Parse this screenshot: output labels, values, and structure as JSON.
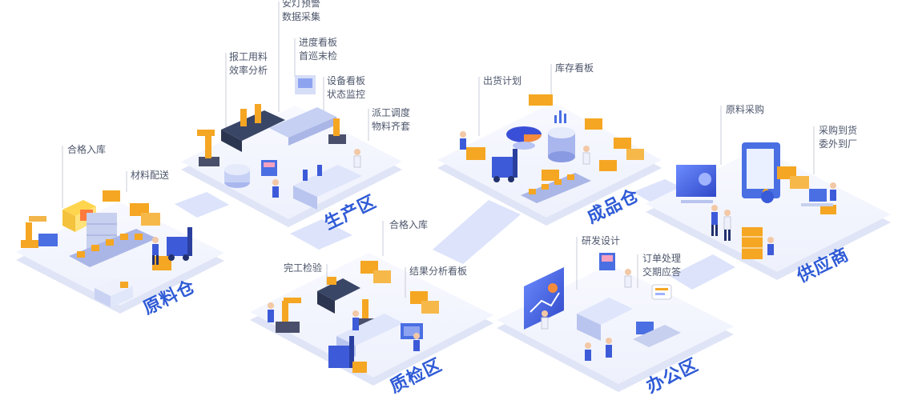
{
  "zones": {
    "raw": "原料仓",
    "production": "生产区",
    "finished": "成品仓",
    "supplier": "供应商",
    "quality": "质检区",
    "office": "办公区"
  },
  "callouts": {
    "andeng": [
      "安灯预警",
      "数据采集"
    ],
    "progress": [
      "进度看板",
      "首巡末检"
    ],
    "report": [
      "报工用料",
      "效率分析"
    ],
    "device": [
      "设备看板",
      "状态监控"
    ],
    "dispatch": [
      "派工调度",
      "物料齐套"
    ],
    "qualified_in_raw": [
      "合格入库"
    ],
    "material_delivery": [
      "材料配送"
    ],
    "ship_plan": [
      "出货计划"
    ],
    "stock_board": [
      "库存看板"
    ],
    "purchase": [
      "原料采购"
    ],
    "arrival": [
      "采购到货",
      "委外到厂"
    ],
    "qualified_in_qc": [
      "合格入库"
    ],
    "finish_check": [
      "完工检验"
    ],
    "result_board": [
      "结果分析看板"
    ],
    "rnd": [
      "研发设计"
    ],
    "order": [
      "订单处理",
      "交期应答"
    ]
  },
  "colors": {
    "primary_blue": "#2f5bd6",
    "platform_top": "#f4f6fd",
    "platform_side": "#dfe4f6",
    "connector": "#dce3fb",
    "box_orange": "#f5a623",
    "machine_blue": "#4a6fe3",
    "text_gray": "#4d566b"
  }
}
